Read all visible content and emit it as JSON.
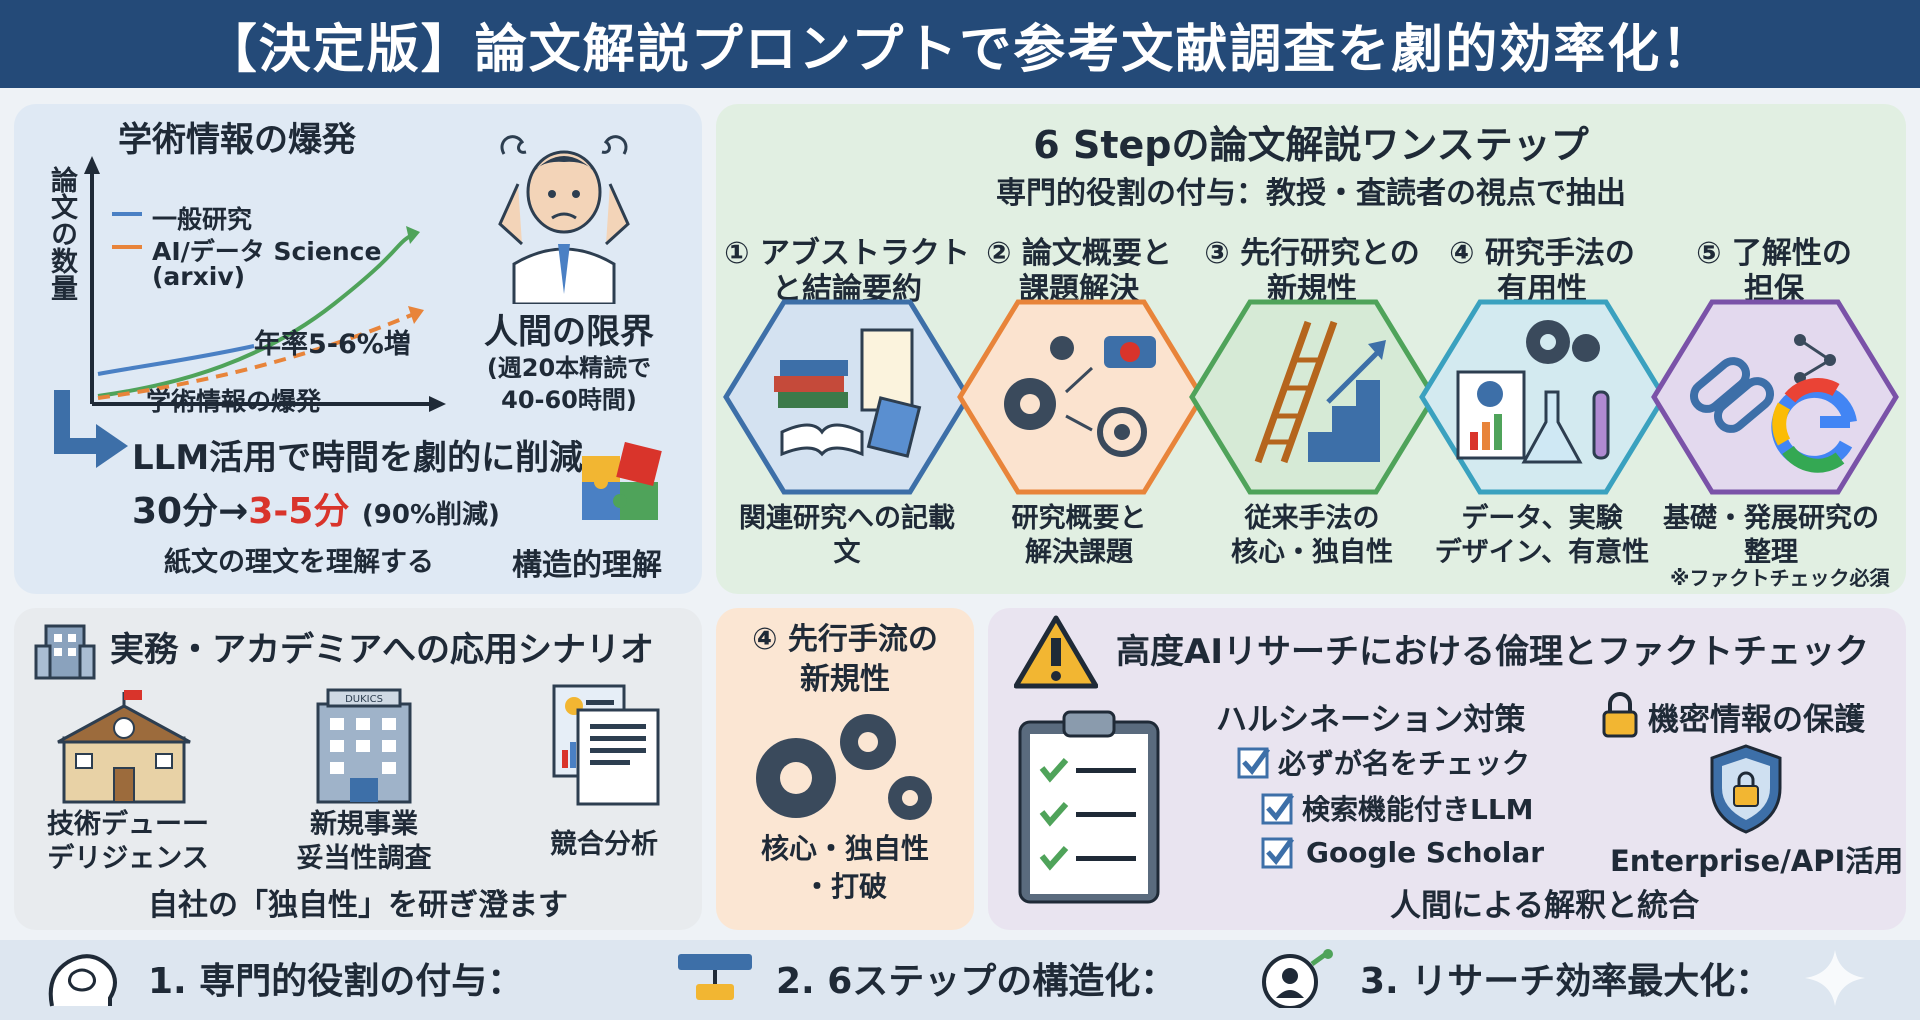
{
  "header": {
    "title": "【決定版】論文解説プロンプトで参考文献調査を劇的効率化！"
  },
  "explosion": {
    "title": "学術情報の爆発",
    "y_axis_label": "論文の数量",
    "x_axis_label": "学術情報の爆発",
    "legend": [
      {
        "name": "一般研究",
        "color": "#4a80c4"
      },
      {
        "name": "AI/データ Science",
        "name2": "(arxiv)",
        "color": "#e8843a"
      }
    ],
    "growth_label": "年率5-6%増",
    "human_limit_title": "人間の限界",
    "human_limit_detail1": "(週20本精読で",
    "human_limit_detail2": "40-60時間)",
    "llm_line": "LLM活用で時間を劇的に削減",
    "time_before": "30分",
    "time_arrow": "→",
    "time_after": "3-5分",
    "time_note": "(90%削減)",
    "understand": "紙文の理文を理解する",
    "structural": "構造的理解"
  },
  "steps": {
    "title": "6 Stepの論文解説ワンステップ",
    "subtitle": "専門的役割の付与：教授・査読者の視点で抽出",
    "items": [
      {
        "label1": "① アブストラクト",
        "label2": "と結論要約",
        "desc1": "関連研究への記載",
        "desc2": "文",
        "color": "#3d6fa8",
        "fill": "#d4e2f1"
      },
      {
        "label1": "② 論文概要と",
        "label2": "課題解決",
        "desc1": "研究概要と",
        "desc2": "解決課題",
        "color": "#e8843a",
        "fill": "#fbe3cf"
      },
      {
        "label1": "③ 先行研究との",
        "label2": "新規性",
        "desc1": "従来手法の",
        "desc2": "核心・独自性",
        "color": "#4fa35a",
        "fill": "#d6ead6"
      },
      {
        "label1": "④ 研究手法の",
        "label2": "有用性",
        "desc1": "データ、実験",
        "desc2": "デザイン、有意性",
        "color": "#3aa1bf",
        "fill": "#d3eaf0"
      },
      {
        "label1": "⑤ 了解性の",
        "label2": "担保",
        "desc1": "基礎・発展研究の",
        "desc2": "整理",
        "color": "#7a52a8",
        "fill": "#e3d9ee"
      }
    ],
    "footnote": "※ファクトチェック必須"
  },
  "scenario": {
    "title": "実務・アカデミアへの応用シナリオ",
    "items": [
      {
        "label1": "技術デューー",
        "label2": "デリジェンス"
      },
      {
        "label1": "新規事業",
        "label2": "妥当性調査"
      },
      {
        "label1": "競合分析",
        "label2": ""
      }
    ],
    "building_sign": "DUKICS",
    "footer": "自社の「独自性」を研ぎ澄ます"
  },
  "novelty": {
    "title1": "④ 先行手流の",
    "title2": "新規性",
    "desc1": "核心・独自性",
    "desc2": "・打破"
  },
  "ethics": {
    "title": "高度AIリサーチにおける倫理とファクトチェック",
    "halluc_title": "ハルシネーション対策",
    "checks": [
      "必ずが名をチェック",
      "検索機能付きLLM",
      "Google Scholar"
    ],
    "secret_title": "機密情報の保護",
    "enterprise": "Enterprise/API活用",
    "footer": "人間による解釈と統合"
  },
  "bottom": {
    "items": [
      {
        "label": "1. 専門的役割の付与："
      },
      {
        "label": "2. 6ステップの構造化："
      },
      {
        "label": "3. リサーチ効率最大化："
      }
    ]
  },
  "colors": {
    "header": "#244a78",
    "accent_red": "#d9342b",
    "accent_orange": "#e8843a",
    "accent_blue": "#4a80c4"
  }
}
